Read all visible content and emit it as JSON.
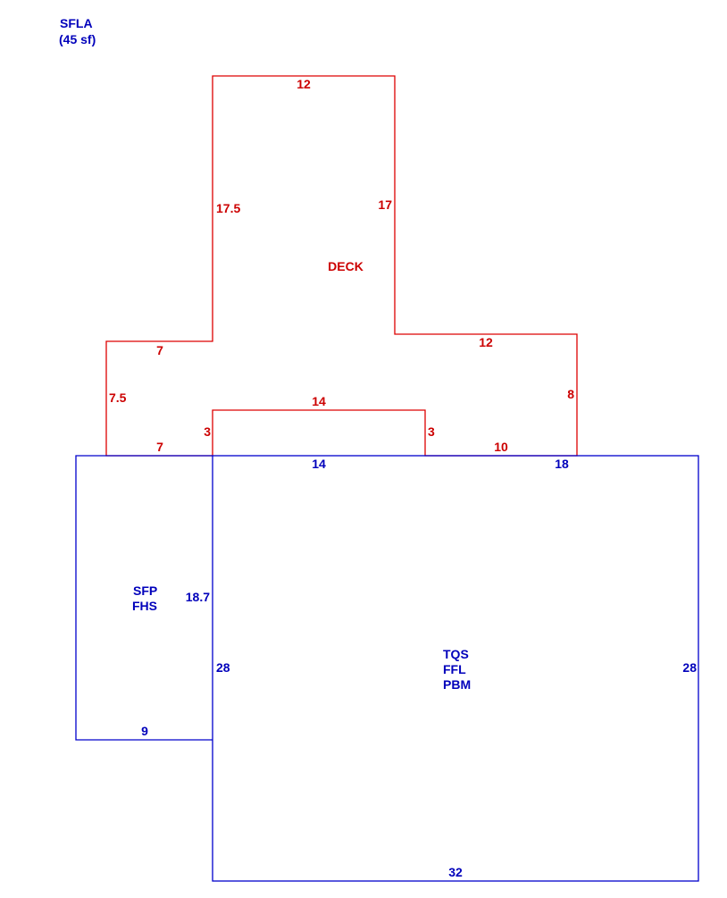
{
  "header": {
    "title": "SFLA",
    "area": "(45 sf)"
  },
  "colors": {
    "deck": "#cc0000",
    "main": "#0000bb"
  },
  "deck": {
    "label": "DECK",
    "dims": {
      "top": "12",
      "upper_left": "17.5",
      "upper_right": "17",
      "step_left_top": "7",
      "step_left_side": "7.5",
      "step_left_bottom": "7",
      "notch_top": "14",
      "notch_left": "3",
      "notch_right": "3",
      "step_right_top": "12",
      "step_right_side": "8",
      "step_right_bottom": "10"
    }
  },
  "side_room": {
    "labels": [
      "SFP",
      "FHS"
    ],
    "dims": {
      "right": "18.7",
      "bottom": "9"
    }
  },
  "main_room": {
    "labels": [
      "TQS",
      "FFL",
      "PBM"
    ],
    "dims": {
      "top_left": "14",
      "top_right": "18",
      "left": "28",
      "right": "28",
      "bottom": "32"
    }
  }
}
